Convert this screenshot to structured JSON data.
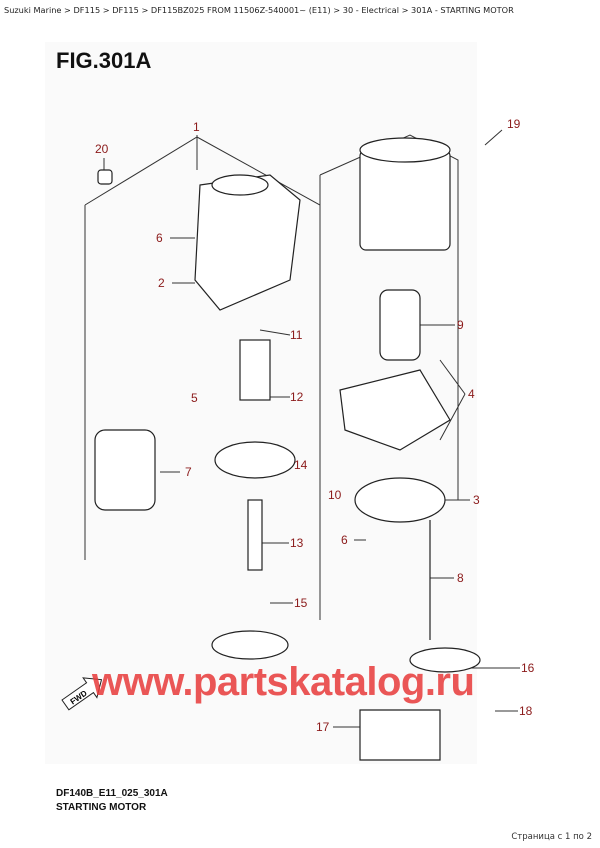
{
  "breadcrumb": "Suzuki Marine > DF115 > DF115 > DF115BZ025 FROM 11506Z-540001~ (E11) > 30 - Electrical > 301A - STARTING MOTOR",
  "figure": {
    "label": "FIG.301A",
    "code": "DF140B_E11_025_301A",
    "title": "STARTING MOTOR"
  },
  "watermark": "www.partskatalog.ru",
  "fwd_label": "FWD",
  "callouts": [
    "1",
    "19",
    "20",
    "6",
    "2",
    "11",
    "9",
    "5",
    "12",
    "4",
    "7",
    "14",
    "10",
    "3",
    "6",
    "13",
    "8",
    "15",
    "16",
    "17",
    "18"
  ],
  "pager": "Страница с 1 по 2",
  "colors": {
    "callout": "#8b1a1a",
    "watermark": "#e83a3a"
  }
}
